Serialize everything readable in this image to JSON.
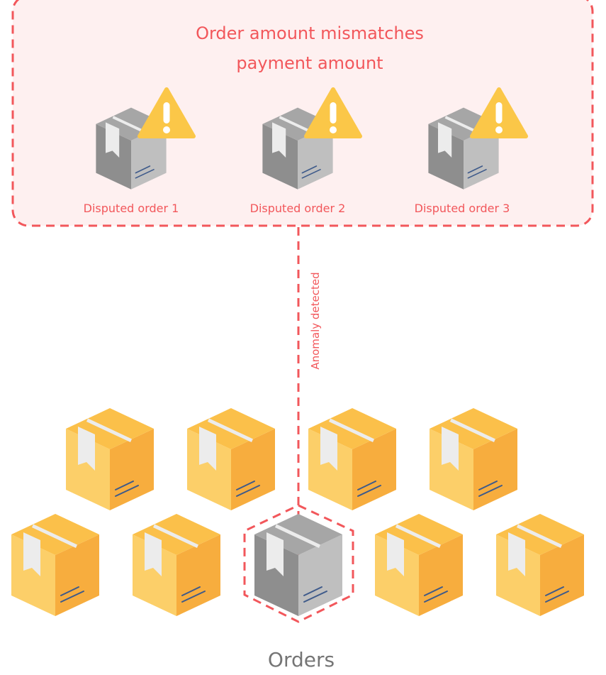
{
  "header": {
    "line1": "Order amount mismatches",
    "line2": "payment amount"
  },
  "disputed": [
    {
      "label": "Disputed order 1",
      "icon": "gray-box-warning-icon"
    },
    {
      "label": "Disputed order 2",
      "icon": "gray-box-warning-icon"
    },
    {
      "label": "Disputed order 3",
      "icon": "gray-box-warning-icon"
    }
  ],
  "connector_label": "Anomaly detected",
  "orders": {
    "label": "Orders",
    "row1": [
      "yellow",
      "yellow",
      "yellow",
      "yellow"
    ],
    "row2": [
      "yellow",
      "yellow",
      "gray",
      "yellow",
      "yellow"
    ],
    "highlighted_order": "gray"
  },
  "colors": {
    "accent": "#f2575b",
    "panel_fill": "#fef0f0",
    "box_yellow": "#f7ad3e",
    "box_gray": "#a6a6a6",
    "warning": "#fbc748",
    "footer_text": "#757575"
  }
}
